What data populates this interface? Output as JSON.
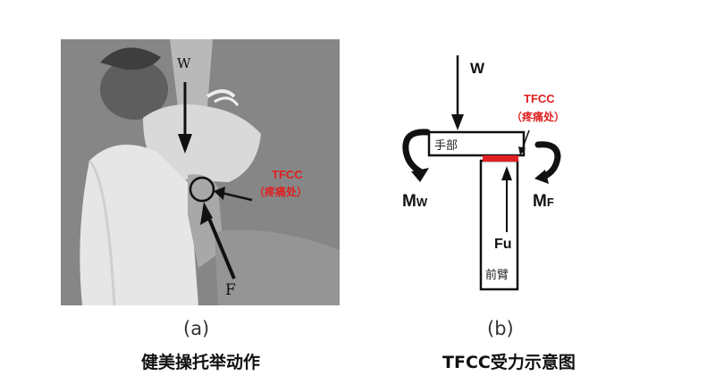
{
  "panel_a": {
    "force_w": "W",
    "force_f": "F",
    "tfcc_title": "TFCC",
    "tfcc_note": "（疼痛处）",
    "panel_label": "(a)",
    "caption": "健美操托举动作"
  },
  "panel_b": {
    "force_w": "W",
    "tfcc_title": "TFCC",
    "tfcc_note": "（疼痛处）",
    "hand_label": "手部",
    "forearm_label": "前臂",
    "force_fu": "Fu",
    "moment_w_main": "M",
    "moment_w_sub": "W",
    "moment_f_main": "M",
    "moment_f_sub": "F",
    "panel_label": "(b)",
    "caption": "TFCC受力示意图"
  },
  "colors": {
    "accent_red": "#e02020",
    "photo_bg": "#8a8a8a"
  }
}
